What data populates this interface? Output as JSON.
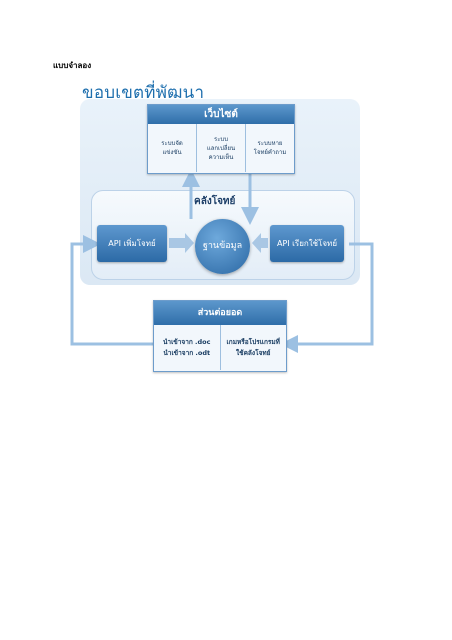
{
  "page": {
    "heading": "แบบจำลอง"
  },
  "diagram": {
    "title": "ขอบเขตที่พัฒนา",
    "website": {
      "title": "เว็บไซต์",
      "cells": [
        {
          "lines": [
            "ระบบจัด",
            "แข่งขัน"
          ]
        },
        {
          "lines": [
            "ระบบ",
            "แลกเปลี่ยน",
            "ความเห็น"
          ]
        },
        {
          "lines": [
            "ระบบหาย",
            "โจทย์คำถาม"
          ]
        }
      ]
    },
    "store": {
      "title": "คลังโจทย์",
      "api_add": "API เพิ่มโจทย์",
      "database": "ฐานข้อมูล",
      "api_call": "API เรียกใช้โจทย์"
    },
    "addon": {
      "title": "ส่วนต่อยอด",
      "import_lines": [
        "นำเข้าจาก .doc",
        "นำเข้าจาก .odt"
      ],
      "game_lines": [
        "เกมหรือโปรแกรมที่",
        "ใช้คลังโจทย์"
      ]
    },
    "colors": {
      "accent": "#2f6ea9",
      "arrow": "#9cc0e2",
      "panel": "#e4eef8"
    }
  }
}
